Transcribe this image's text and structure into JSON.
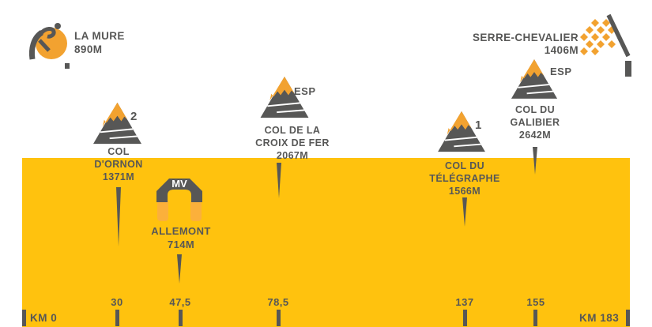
{
  "colors": {
    "yellow": "#FFC20E",
    "orange": "#F2A230",
    "orange_light": "#FBB03B",
    "text_gray": "#575756",
    "background": "#FFFFFF"
  },
  "start": {
    "name": "LA MURE",
    "altitude": "890M"
  },
  "finish": {
    "name": "SERRE-CHEVALIER",
    "altitude": "1406M"
  },
  "climbs": [
    {
      "name_lines": [
        "COL",
        "D'ORNON"
      ],
      "altitude": "1371M",
      "category": "2",
      "km": "30"
    },
    {
      "name_lines": [
        "COL DE LA",
        "CROIX DE FER"
      ],
      "altitude": "2067M",
      "category": "ESP",
      "km": "78,5"
    },
    {
      "name_lines": [
        "COL DU",
        "TÉLÉGRAPHE"
      ],
      "altitude": "1566M",
      "category": "1",
      "km": "137"
    },
    {
      "name_lines": [
        "COL DU",
        "GALIBIER"
      ],
      "altitude": "2642M",
      "category": "ESP",
      "km": "155"
    }
  ],
  "sprint": {
    "badge": "MV",
    "name": "ALLEMONT",
    "altitude": "714M",
    "km": "47,5"
  },
  "axis": {
    "start": "KM 0",
    "end": "KM 183",
    "ticks": [
      "30",
      "47,5",
      "78,5",
      "137",
      "155"
    ]
  },
  "icons": {
    "start": "cyclist-icon",
    "finish": "checkered-flag-icon",
    "climb": "mountain-icon",
    "sprint": "arch-banner-icon"
  }
}
